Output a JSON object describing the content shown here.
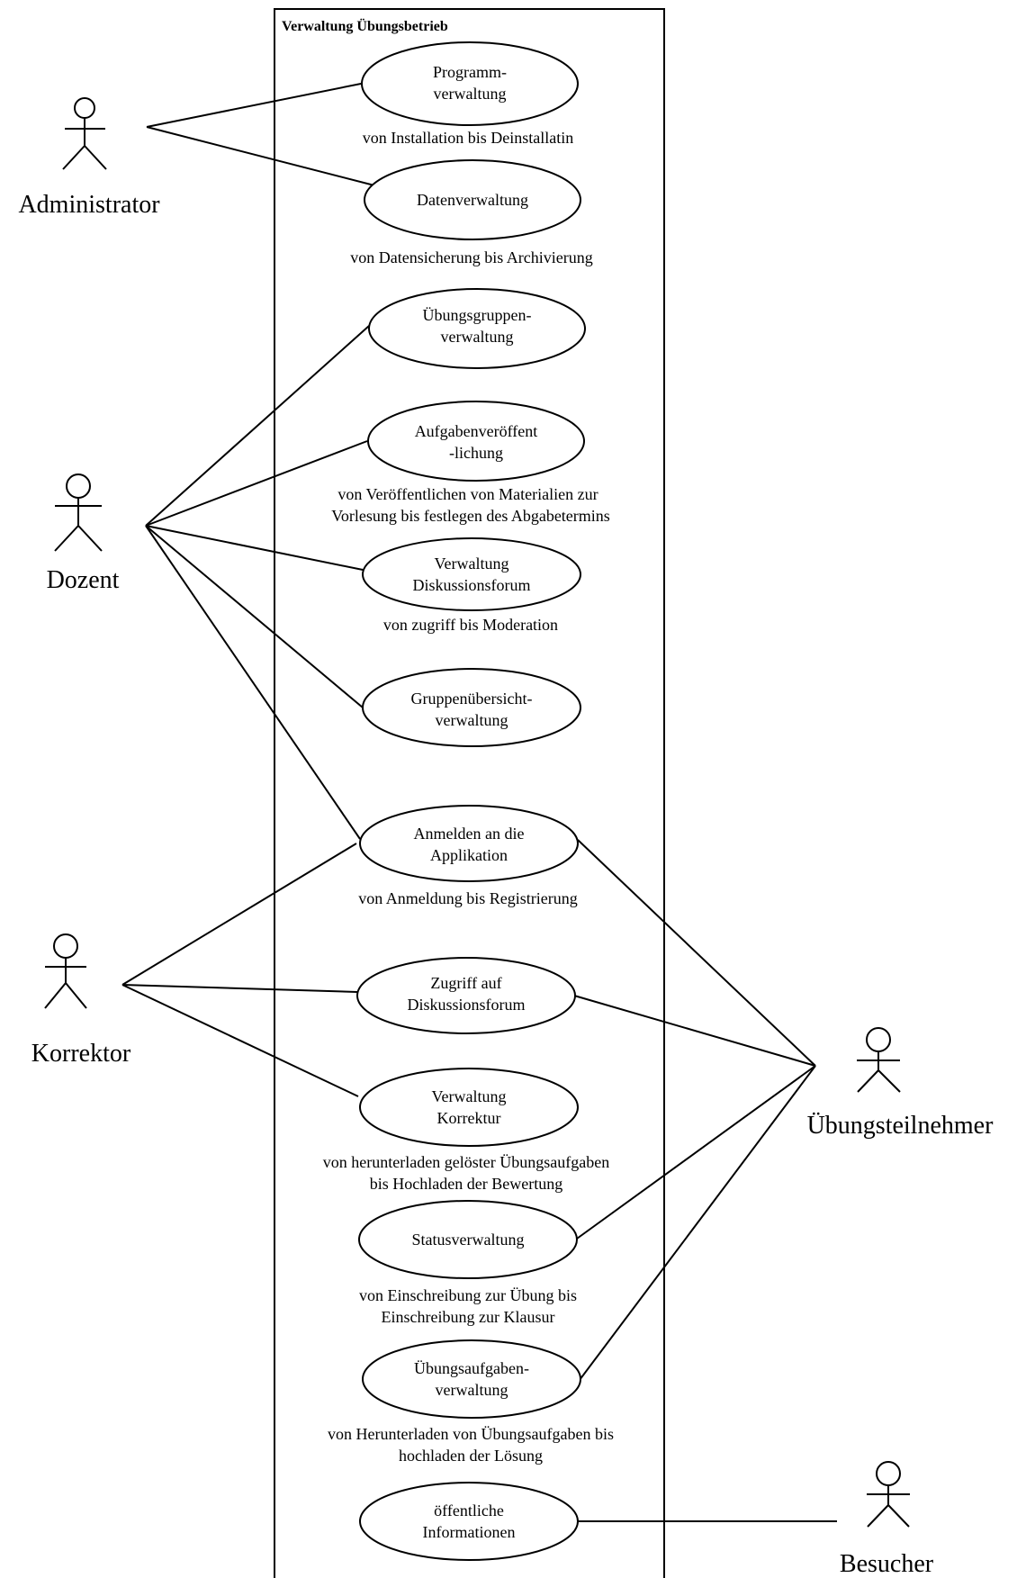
{
  "system": {
    "title": "Verwaltung Übungsbetrieb"
  },
  "actors": {
    "administrator": "Administrator",
    "dozent": "Dozent",
    "korrektor": "Korrektor",
    "teilnehmer": "Übungsteilnehmer",
    "besucher": "Besucher"
  },
  "use_cases": {
    "programm": [
      "Programm-",
      "verwaltung"
    ],
    "daten": [
      "Datenverwaltung"
    ],
    "gruppen": [
      "Übungsgruppen-",
      "verwaltung"
    ],
    "aufgaben_veroeff": [
      "Aufgabenveröffent",
      "-lichung"
    ],
    "forum_verwaltung": [
      "Verwaltung",
      "Diskussionsforum"
    ],
    "gruppenuebersicht": [
      "Gruppenübersicht-",
      "verwaltung"
    ],
    "anmelden": [
      "Anmelden an die",
      "Applikation"
    ],
    "forum_zugriff": [
      "Zugriff auf",
      "Diskussionsforum"
    ],
    "korrektur": [
      "Verwaltung",
      "Korrektur"
    ],
    "status": [
      "Statusverwaltung"
    ],
    "uebungsaufgaben": [
      "Übungsaufgaben-",
      "verwaltung"
    ],
    "oeffentlich": [
      "öffentliche",
      "Informationen"
    ]
  },
  "notes": {
    "programm": [
      "von Installation bis Deinstallatin"
    ],
    "daten": [
      "von Datensicherung bis Archivierung"
    ],
    "aufgaben_veroeff": [
      "von Veröffentlichen von Materialien zur",
      "Vorlesung bis festlegen des Abgabetermins"
    ],
    "forum_verwaltung": [
      "von zugriff bis Moderation"
    ],
    "anmelden": [
      "von Anmeldung bis Registrierung"
    ],
    "korrektur": [
      "von herunterladen gelöster Übungsaufgaben",
      "bis Hochladen der Bewertung"
    ],
    "status": [
      "von Einschreibung zur Übung bis",
      "Einschreibung zur Klausur"
    ],
    "uebungsaufgaben": [
      "von Herunterladen von Übungsaufgaben bis",
      "hochladen der Lösung"
    ]
  }
}
